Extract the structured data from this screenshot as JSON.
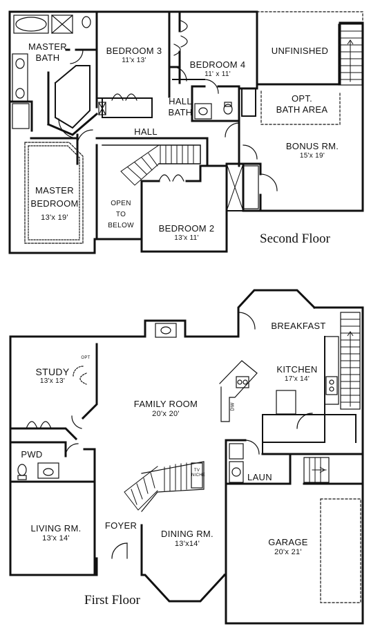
{
  "second_floor": {
    "title": "Second Floor",
    "rooms": {
      "master_bath": {
        "name_line1": "MASTER",
        "name_line2": "BATH"
      },
      "bedroom3": {
        "name": "BEDROOM 3",
        "size": "11'x 13'"
      },
      "bedroom4": {
        "name": "BEDROOM 4",
        "size": "11' x 11'"
      },
      "unfinished": {
        "name": "UNFINISHED"
      },
      "hall_bath": {
        "name_line1": "HALL",
        "name_line2": "BATH"
      },
      "opt_bath": {
        "name_line1": "OPT.",
        "name_line2": "BATH AREA"
      },
      "hall": {
        "name": "HALL"
      },
      "bonus": {
        "name": "BONUS RM.",
        "size": "15'x 19'"
      },
      "master_bedroom": {
        "name_line1": "MASTER",
        "name_line2": "BEDROOM",
        "size": "13'x 19'"
      },
      "open_below": {
        "line1": "OPEN",
        "line2": "TO",
        "line3": "BELOW"
      },
      "bedroom2": {
        "name": "BEDROOM 2",
        "size": "13'x 11'"
      }
    }
  },
  "first_floor": {
    "title": "First Floor",
    "rooms": {
      "breakfast": {
        "name": "BREAKFAST"
      },
      "study": {
        "name": "STUDY",
        "size": "13'x 13'",
        "note": "OPT"
      },
      "kitchen": {
        "name": "KITCHEN",
        "size": "17'x 14'"
      },
      "dw": {
        "name": "DW"
      },
      "family": {
        "name": "FAMILY ROOM",
        "size": "20'x 20'"
      },
      "pwd": {
        "name": "PWD"
      },
      "laun": {
        "name": "LAUN"
      },
      "foyer": {
        "name": "FOYER"
      },
      "living": {
        "name": "LIVING RM.",
        "size": "13'x 14'"
      },
      "dining": {
        "name": "DINING RM.",
        "size": "13'x14'"
      },
      "garage": {
        "name": "GARAGE",
        "size": "20'x 21'"
      },
      "stair_note": {
        "line1": "TV",
        "line2": "NICHE"
      }
    }
  }
}
